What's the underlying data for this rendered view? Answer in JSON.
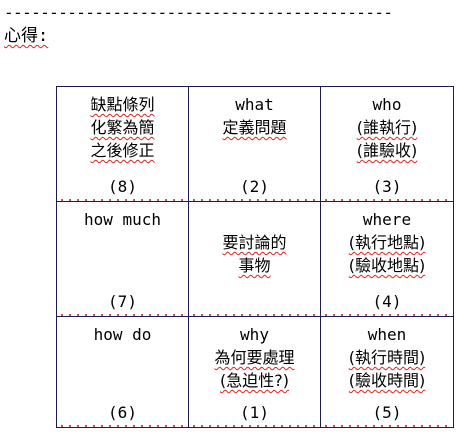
{
  "header": {
    "rule": "-------------------------------------------",
    "title": "心得:"
  },
  "grid": {
    "cells": [
      {
        "lines": [
          "缺點條列",
          "化繁為簡",
          "之後修正"
        ],
        "number": "(8)"
      },
      {
        "lines": [
          "what",
          "定義問題"
        ],
        "number": "(2)"
      },
      {
        "lines": [
          "who",
          "(誰執行)",
          "(誰驗收)"
        ],
        "number": "(3)"
      },
      {
        "lines": [
          "how much"
        ],
        "number": "(7)"
      },
      {
        "lines": [
          "要討論的",
          "事物"
        ],
        "number": ""
      },
      {
        "lines": [
          "where",
          "(執行地點)",
          "(驗收地點)"
        ],
        "number": "(4)"
      },
      {
        "lines": [
          "how do"
        ],
        "number": "(6)"
      },
      {
        "lines": [
          "why",
          "為何要處理",
          "(急迫性?)"
        ],
        "number": "(1)"
      },
      {
        "lines": [
          "when",
          "(執行時間)",
          "(驗收時間)"
        ],
        "number": "(5)"
      }
    ]
  }
}
